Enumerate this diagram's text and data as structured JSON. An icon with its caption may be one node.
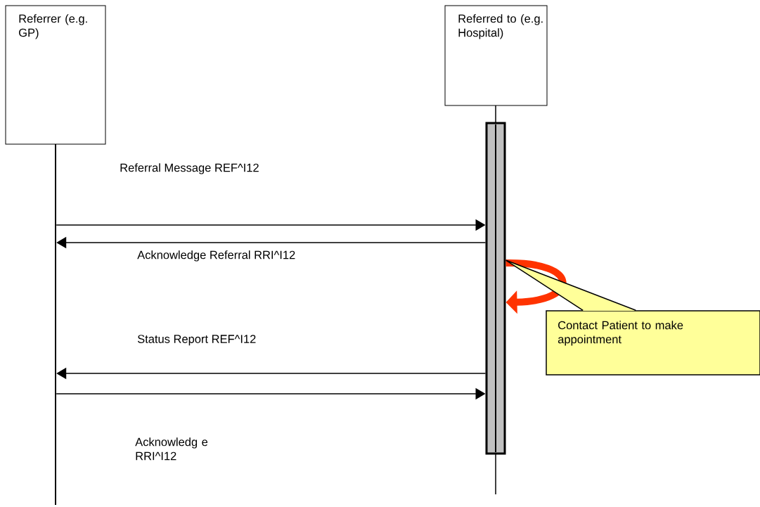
{
  "diagram": {
    "nodes": [
      {
        "text": [
          "Referrer (e.g. GP)"
        ]
      },
      {
        "text": [
          "Referred to (e.g. Hospital)"
        ]
      },
      {
        "text": [],
        "shape": "line"
      },
      {
        "text": [],
        "shape": "bar"
      },
      {
        "text": [
          "Contact Patient to make appointment"
        ]
      }
    ],
    "edges": [
      {
        "from": 2,
        "to": 3,
        "arrow": "to",
        "label": "Referral Message REF^I12"
      },
      {
        "from": 3,
        "to": 2,
        "arrow": "to",
        "label": "Acknowledge Referral RRI^I12"
      },
      {
        "from": 3,
        "to": 3,
        "arrow": "to",
        "style": "thick",
        "color": "#ff3300"
      },
      {
        "from": 4,
        "to": 3,
        "arrow": "none"
      },
      {
        "from": 3,
        "to": 2,
        "arrow": "to",
        "label": "Status Report REF^I12"
      },
      {
        "from": 2,
        "to": 3,
        "arrow": "to",
        "label": "Acknowledg e RRI^I12"
      }
    ]
  }
}
